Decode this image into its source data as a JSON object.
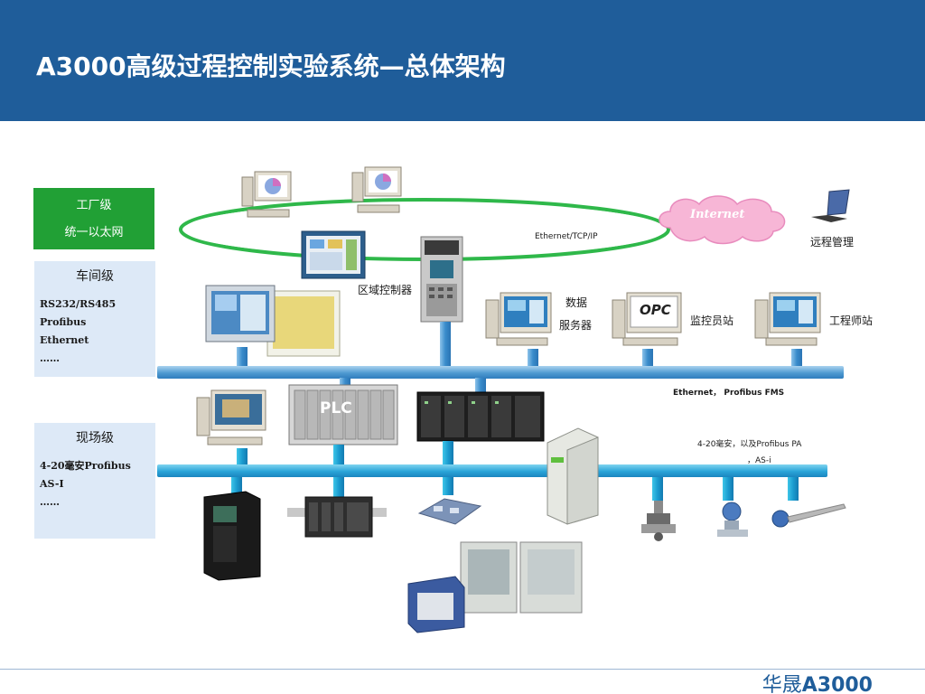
{
  "header": {
    "title": "A3000高级过程控制实验系统—总体架构"
  },
  "levels": {
    "factory": {
      "line1": "工厂级",
      "line2": "统一以太网"
    },
    "workshop": {
      "heading": "车间级",
      "items": [
        "RS232/RS485",
        "Profibus",
        "Ethernet",
        "……"
      ]
    },
    "field": {
      "heading": "现场级",
      "items": [
        "4-20毫安Profibus",
        "AS-I",
        "……"
      ]
    }
  },
  "network_labels": {
    "internet": "Internet",
    "ethernet_tcpip": "Ethernet/TCP/IP",
    "remote_management": "远程管理",
    "area_controller": "区域控制器",
    "data_server_line1": "数据",
    "data_server_line2": "服务器",
    "monitor_station": "监控员站",
    "engineer_station": "工程师站",
    "ethernet_fms": "Ethernet， Profibus FMS",
    "plc": "PLC",
    "field_bus_line1": "4-20毫安，以及Profibus PA",
    "field_bus_line2": "，AS-i",
    "opc": "OPC"
  },
  "footer": {
    "brand_cn": "华晟",
    "brand_model": "A3000"
  },
  "colors": {
    "title_bar": "#1f5d9a",
    "factory_box": "#21a035",
    "level_box": "#dde9f7",
    "ring": "#2fb84a",
    "bus": "#3a8ccb",
    "cloud": "#f7b6d6"
  }
}
